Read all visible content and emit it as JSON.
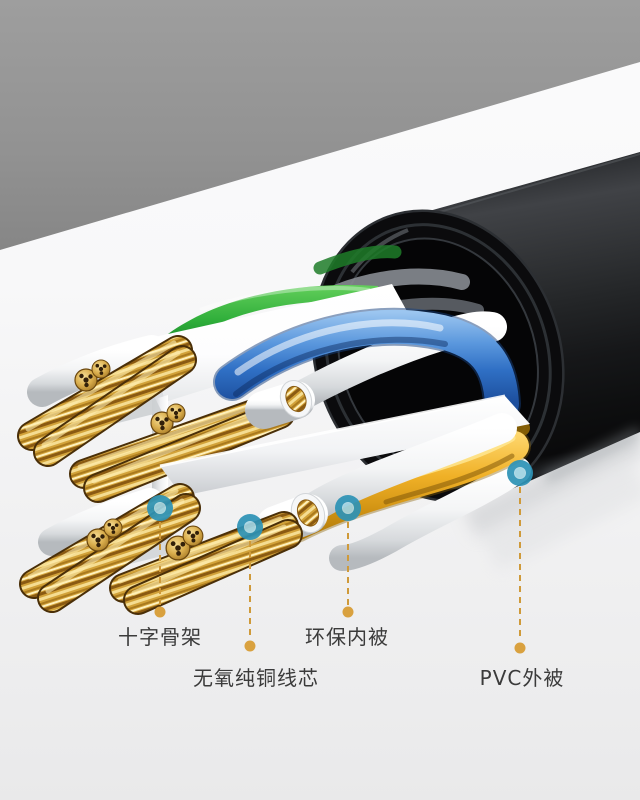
{
  "callouts": [
    {
      "id": "cross-skeleton",
      "label": "十字骨架"
    },
    {
      "id": "copper-core",
      "label": "无氧纯铜线芯"
    },
    {
      "id": "inner-sheath",
      "label": "环保内被"
    },
    {
      "id": "pvc-jacket",
      "label": "PVC外被"
    }
  ],
  "colors": {
    "marker_outer": "#2e93b6",
    "marker_inner": "#9fd3e2",
    "leader": "#cf9a3a",
    "dot": "#d9a13f",
    "text": "#3b3b3b",
    "jacket_black": "#141518",
    "wire_blue": "#3174c9",
    "wire_green": "#2fae3a",
    "wire_yellow": "#f2b429",
    "wire_white": "#ffffff",
    "copper_gold": "#d2a239",
    "bg_gray": "#9a9a9a",
    "bg_light": "#f2f2f3"
  }
}
